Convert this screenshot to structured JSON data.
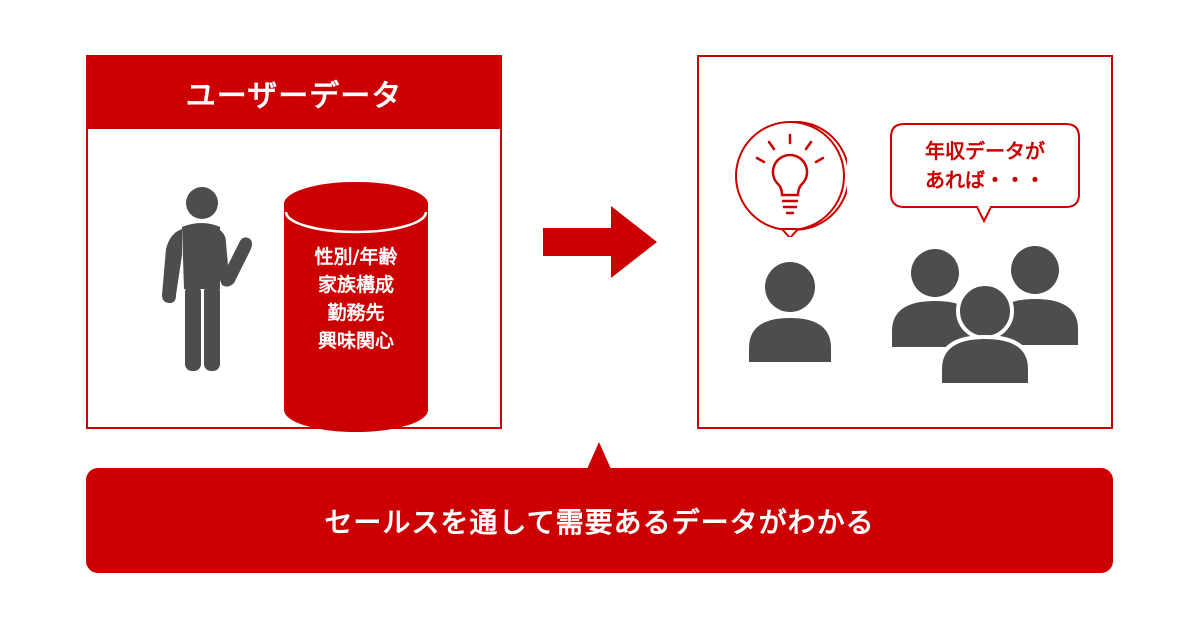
{
  "left_panel": {
    "title": "ユーザーデータ",
    "database_items": [
      "性別/年齢",
      "家族構成",
      "勤務先",
      "興味関心"
    ]
  },
  "right_panel": {
    "speech_bubble_lines": [
      "年収データが",
      "あれば・・・"
    ]
  },
  "footer": {
    "message": "セールスを通して需要あるデータがわかる"
  },
  "colors": {
    "accent": "#cc0000",
    "icon_gray": "#4d4d4d",
    "background": "#ffffff"
  },
  "icons": [
    "standing-person-icon",
    "database-icon",
    "right-arrow-icon",
    "lightbulb-icon",
    "person-icon",
    "people-group-icon",
    "speech-bubble-icon"
  ]
}
